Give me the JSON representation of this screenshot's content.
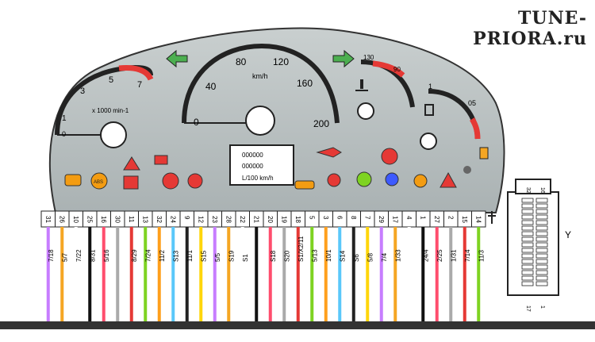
{
  "watermark": {
    "line1": "TUNE-",
    "line2": "PRIORA.ru"
  },
  "tachometer": {
    "scale_labels": [
      "0",
      "1",
      "3",
      "5",
      "7"
    ],
    "unit": "x 1000 min-1"
  },
  "speedometer": {
    "scale_labels": [
      "0",
      "40",
      "80",
      "120",
      "160",
      "200"
    ],
    "unit": "km/h"
  },
  "temperature_gauge": {
    "scale_labels": [
      "130",
      "90"
    ]
  },
  "fuel_gauge": {
    "scale_labels": [
      "1",
      "05"
    ]
  },
  "display": {
    "lines": [
      "000000",
      "000000",
      "L/100 km/h"
    ]
  },
  "connector_pins": [
    "31",
    "26",
    "10",
    "25",
    "16",
    "30",
    "11",
    "13",
    "32",
    "24",
    "9",
    "12",
    "23",
    "28",
    "22",
    "21",
    "20",
    "19",
    "18",
    "5",
    "3",
    "6",
    "8",
    "7",
    "29",
    "17",
    "4",
    "1",
    "27",
    "2",
    "15",
    "14"
  ],
  "wire_labels": [
    "7/18",
    "5/7",
    "7/22",
    "8/31",
    "5/16",
    "8/29",
    "7/24",
    "11/2",
    "S13",
    "11/1",
    "S15",
    "5/5",
    "S19",
    "S1",
    "S18",
    "S20",
    "S1/X2/11",
    "5/13",
    "10/1",
    "S14",
    "S6",
    "5/8",
    "7/4",
    "1/33",
    "24/4",
    "2/25",
    "1/31",
    "7/14",
    "11/3"
  ],
  "connector_right": {
    "pins_top": [
      "32",
      "16"
    ],
    "pins_bottom": [
      "17",
      "1"
    ],
    "label": "Y"
  }
}
